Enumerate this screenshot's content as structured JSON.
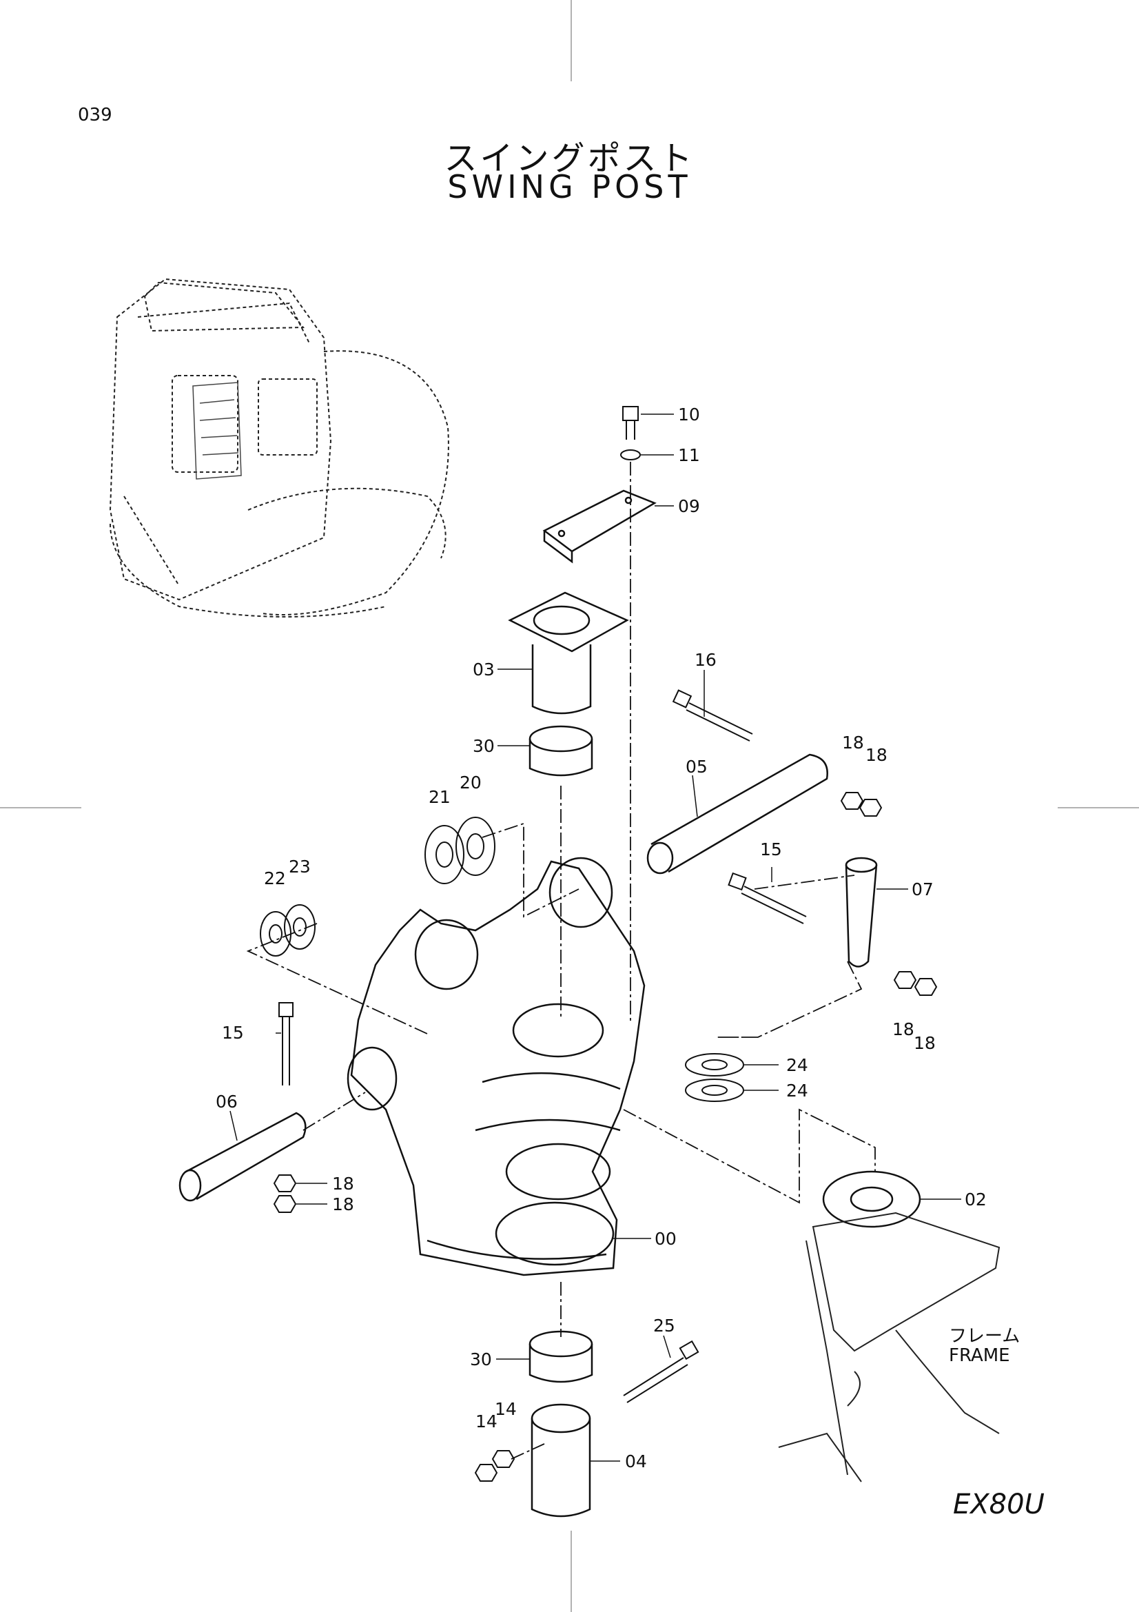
{
  "header": {
    "page_number": "039",
    "title_jp": "スイングポスト",
    "title_en": "SWING  POST"
  },
  "footer": {
    "model": "EX80U"
  },
  "frame_label": {
    "jp": "フレーム",
    "en": "FRAME"
  },
  "callouts": [
    {
      "id": "c10",
      "text": "10"
    },
    {
      "id": "c11",
      "text": "11"
    },
    {
      "id": "c09",
      "text": "09"
    },
    {
      "id": "c03",
      "text": "03"
    },
    {
      "id": "c16",
      "text": "16"
    },
    {
      "id": "c30a",
      "text": "30"
    },
    {
      "id": "c18a",
      "text": "18"
    },
    {
      "id": "c18b",
      "text": "18"
    },
    {
      "id": "c05",
      "text": "05"
    },
    {
      "id": "c21",
      "text": "21"
    },
    {
      "id": "c20",
      "text": "20"
    },
    {
      "id": "c15a",
      "text": "15"
    },
    {
      "id": "c07",
      "text": "07"
    },
    {
      "id": "c22",
      "text": "22"
    },
    {
      "id": "c23",
      "text": "23"
    },
    {
      "id": "c18c",
      "text": "18"
    },
    {
      "id": "c18d",
      "text": "18"
    },
    {
      "id": "c15b",
      "text": "15"
    },
    {
      "id": "c24a",
      "text": "24"
    },
    {
      "id": "c24b",
      "text": "24"
    },
    {
      "id": "c06",
      "text": "06"
    },
    {
      "id": "c18e",
      "text": "18"
    },
    {
      "id": "c18f",
      "text": "18"
    },
    {
      "id": "c02",
      "text": "02"
    },
    {
      "id": "c00",
      "text": "00"
    },
    {
      "id": "c25",
      "text": "25"
    },
    {
      "id": "c30b",
      "text": "30"
    },
    {
      "id": "c14a",
      "text": "14"
    },
    {
      "id": "c14b",
      "text": "14"
    },
    {
      "id": "c04",
      "text": "04"
    }
  ]
}
